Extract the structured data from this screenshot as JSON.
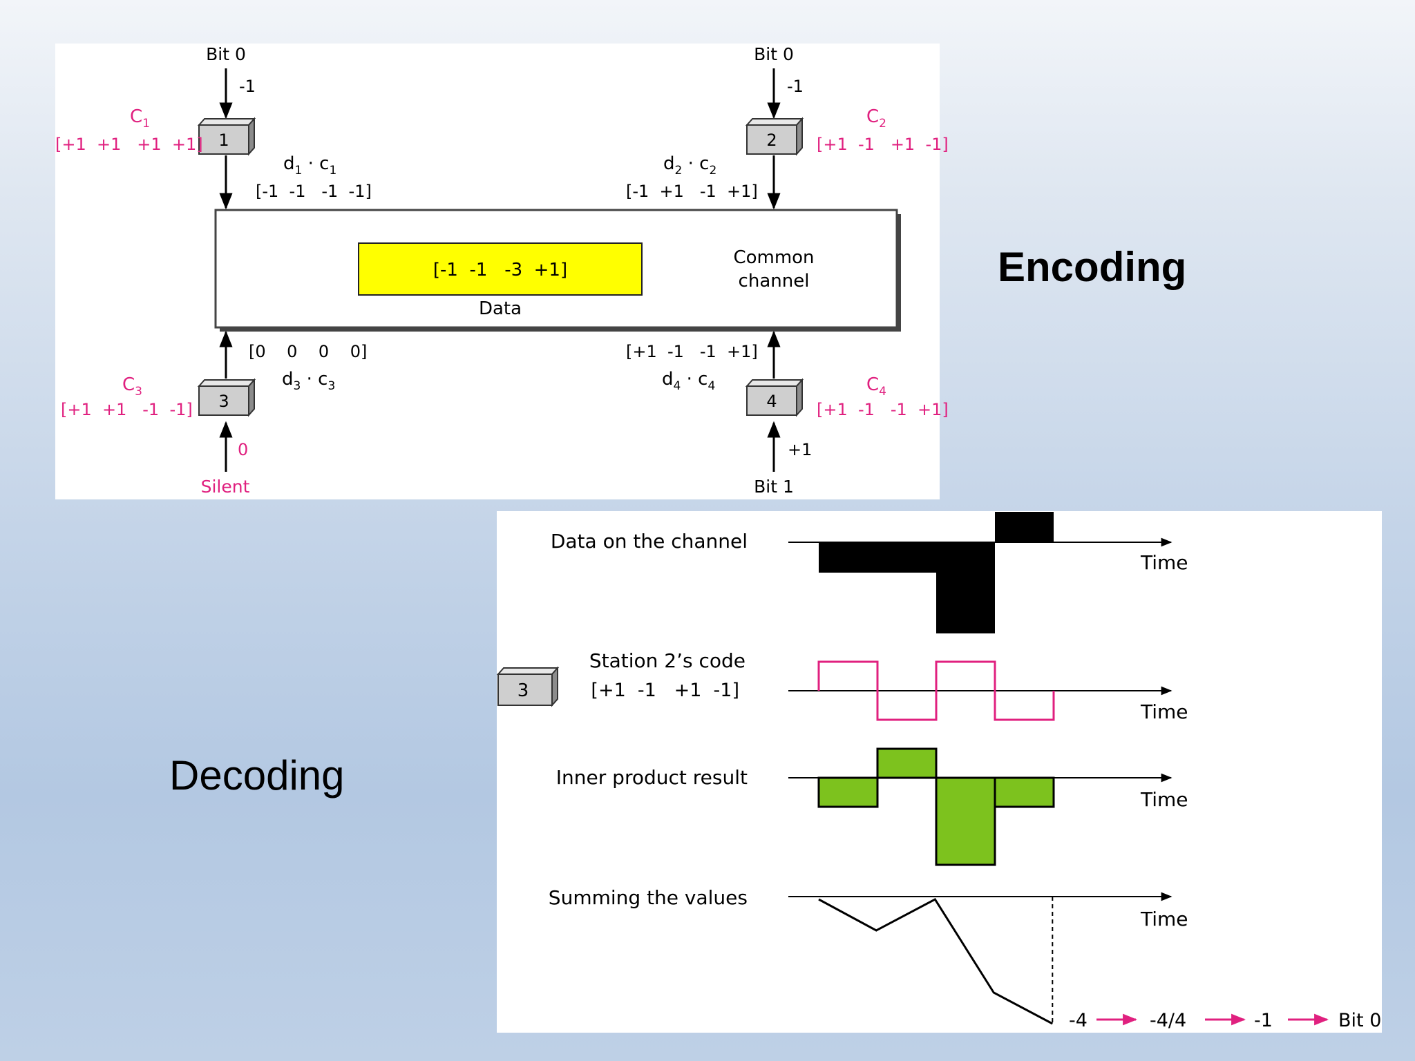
{
  "headings": {
    "encoding": "Encoding",
    "decoding": "Decoding"
  },
  "colors": {
    "pink": "#e0207f",
    "yellow": "#ffff00",
    "green": "#7dc21e",
    "black": "#000000"
  },
  "encoding": {
    "stations": [
      {
        "id": "1",
        "bit": "Bit 0",
        "data_value": "-1",
        "code_name": "C1",
        "code": "[+1  +1   +1  +1]",
        "product_label": "d1 · c1",
        "product": "[-1  -1   -1  -1]"
      },
      {
        "id": "2",
        "bit": "Bit 0",
        "data_value": "-1",
        "code_name": "C2",
        "code": "[+1  -1   +1  -1]",
        "product_label": "d2 · c2",
        "product": "[-1  +1   -1  +1]"
      },
      {
        "id": "3",
        "bit": "Silent",
        "data_value": "0",
        "code_name": "C3",
        "code": "[+1  +1   -1  -1]",
        "product_label": "d3 · c3",
        "product": "[0    0    0    0]"
      },
      {
        "id": "4",
        "bit": "Bit 1",
        "data_value": "+1",
        "code_name": "C4",
        "code": "[+1  -1   -1  +1]",
        "product_label": "d4 · c4",
        "product": "[+1  -1   -1  +1]"
      }
    ],
    "channel_data": "[-1  -1   -3  +1]",
    "data_label": "Data",
    "common_channel": [
      "Common",
      "channel"
    ]
  },
  "decoding": {
    "station_id": "3",
    "time_label": "Time",
    "rows": {
      "data_on_channel": {
        "label": "Data on the channel",
        "values": [
          -1,
          -1,
          -3,
          1
        ]
      },
      "station_code": {
        "label": "Station 2’s code",
        "code": "[+1  -1   +1  -1]",
        "values": [
          1,
          -1,
          1,
          -1
        ]
      },
      "inner_product": {
        "label": "Inner product result",
        "values": [
          -1,
          1,
          -3,
          -1
        ]
      },
      "summing": {
        "label": "Summing the values",
        "cumulative": [
          -1,
          0,
          -3,
          -4
        ]
      }
    },
    "result_chain": [
      "-4",
      "-4/4",
      "-1",
      "Bit 0"
    ]
  }
}
